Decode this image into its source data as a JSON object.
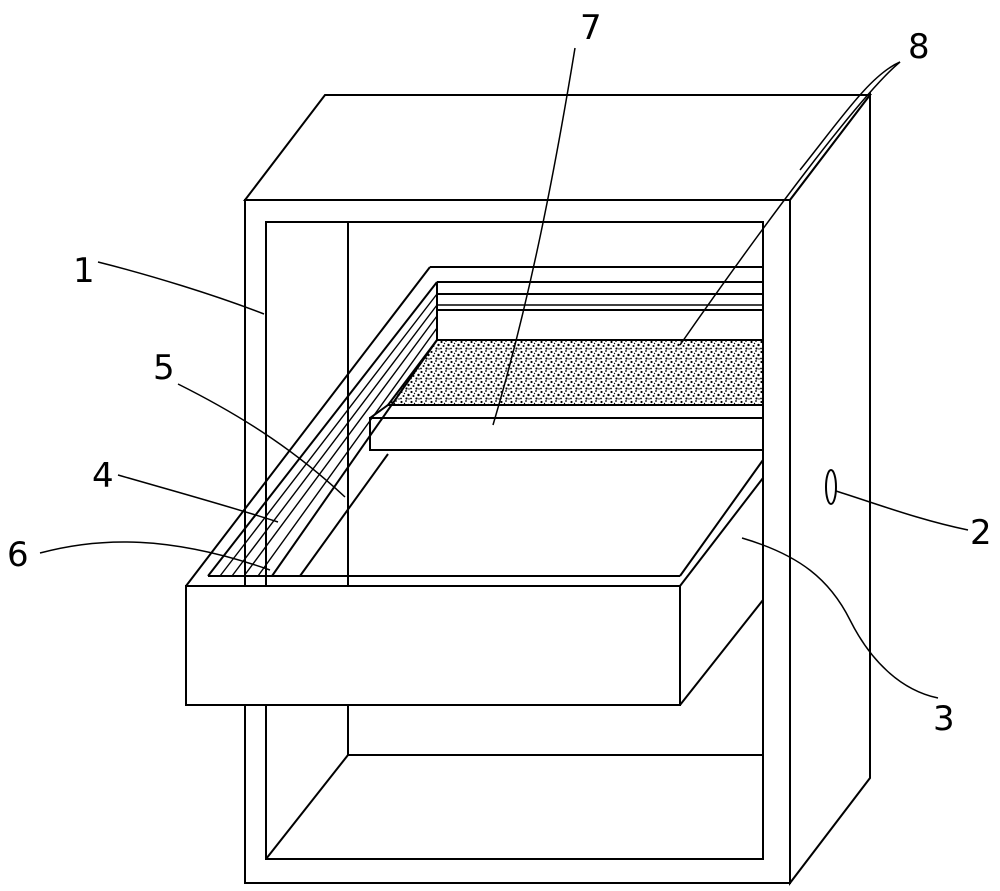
{
  "labels": {
    "l1": "1",
    "l2": "2",
    "l3": "3",
    "l4": "4",
    "l5": "5",
    "l6": "6",
    "l7": "7",
    "l8": "8"
  },
  "icons": {
    "speckle": "speckle-texture",
    "lock": "keyhole-icon"
  }
}
